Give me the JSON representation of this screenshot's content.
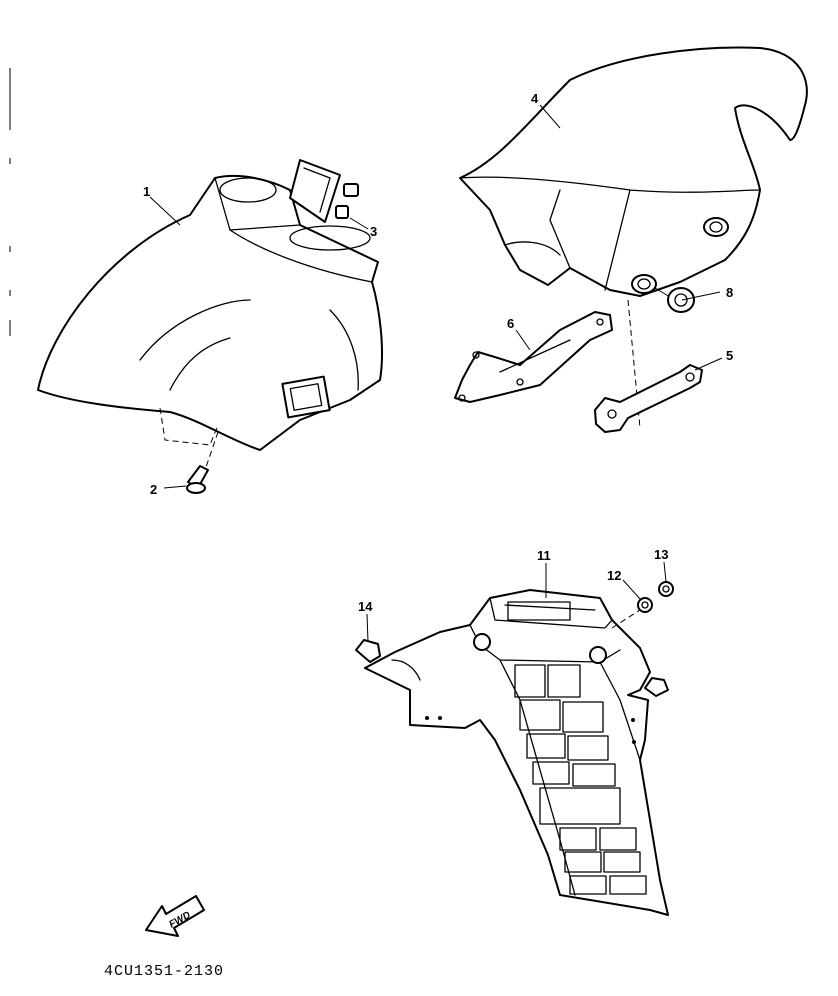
{
  "callouts": {
    "c1": "1",
    "c2": "2",
    "c3": "3",
    "c4": "4",
    "c5": "5",
    "c6": "6",
    "c8": "8",
    "c11": "11",
    "c12": "12",
    "c13": "13",
    "c14": "14"
  },
  "fwd_label": "FWD",
  "diagram_code": "4CU1351-2130"
}
